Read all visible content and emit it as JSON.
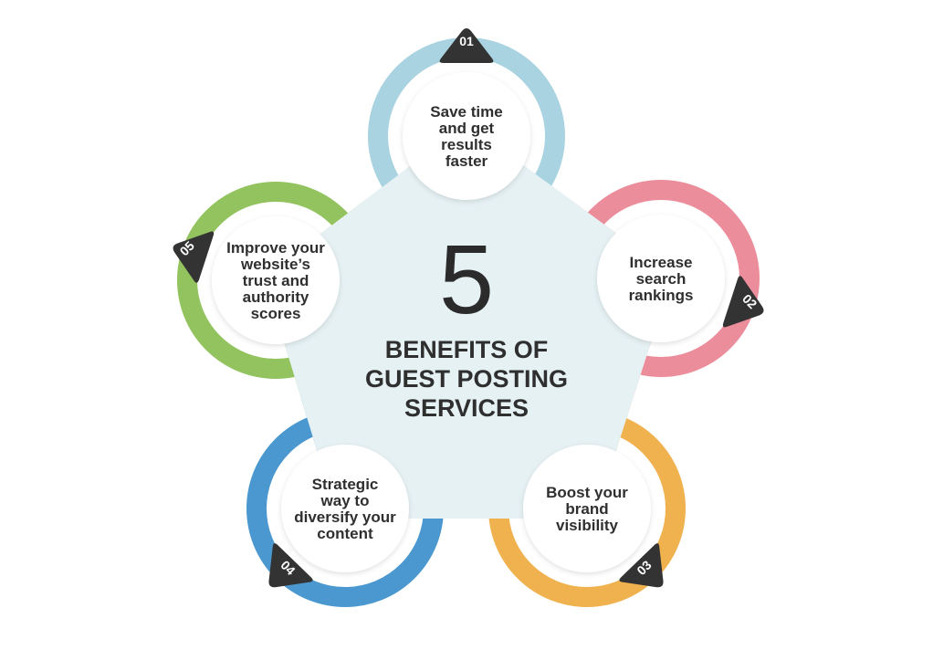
{
  "center": {
    "number": "5",
    "title_lines": [
      "BENEFITS OF",
      "GUEST POSTING",
      "SERVICES"
    ]
  },
  "colors": {
    "pentagon_fill": "#e6f1f4",
    "node_fill": "#ffffff",
    "badge_fill": "#333333",
    "text": "#2f2f2f"
  },
  "benefits": [
    {
      "number": "01",
      "color": "#a9d3e1",
      "lines": [
        "Save time",
        "and get",
        "results",
        "faster"
      ]
    },
    {
      "number": "02",
      "color": "#ec8d9c",
      "lines": [
        "Increase",
        "search",
        "rankings"
      ]
    },
    {
      "number": "03",
      "color": "#f0b24f",
      "lines": [
        "Boost your",
        "brand",
        "visibility"
      ]
    },
    {
      "number": "04",
      "color": "#4a98cf",
      "lines": [
        "Strategic",
        "way to",
        "diversify your",
        "content"
      ]
    },
    {
      "number": "05",
      "color": "#92c35f",
      "lines": [
        "Improve your",
        "website’s",
        "trust and",
        "authority",
        "scores"
      ]
    }
  ]
}
